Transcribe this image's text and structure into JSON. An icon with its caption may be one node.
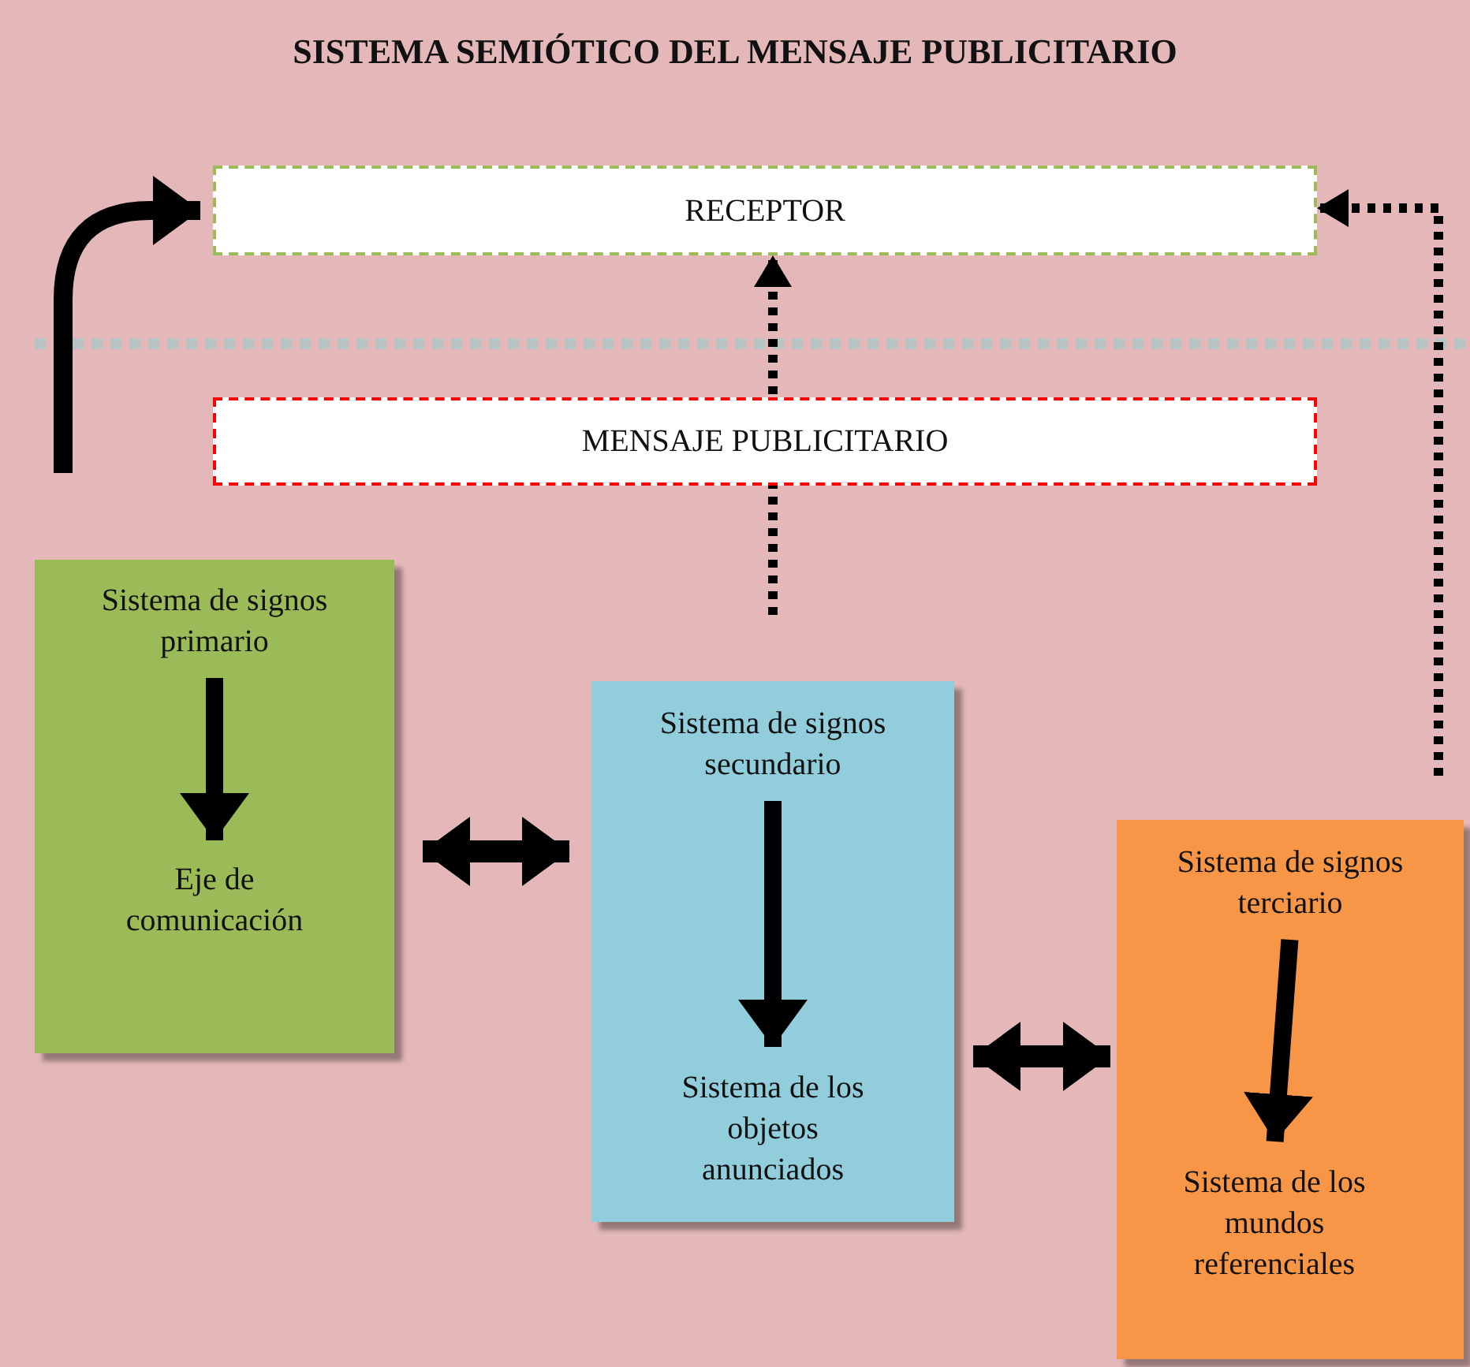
{
  "diagram": {
    "title": "SISTEMA SEMIÓTICO DEL MENSAJE PUBLICITARIO",
    "nodes": [
      {
        "text": [
          "RECEPTOR"
        ]
      },
      {
        "text": [
          "MENSAJE PUBLICITARIO"
        ]
      },
      {
        "text": [],
        "shape": "box"
      },
      {
        "text": [
          "Sistema de signos primario"
        ],
        "in": 2
      },
      {
        "text": [
          "Eje de comunicación"
        ],
        "in": 2
      },
      {
        "text": [],
        "shape": "box"
      },
      {
        "text": [
          "Sistema de signos secundario"
        ],
        "in": 5
      },
      {
        "text": [
          "Sistema de los objetos anunciados"
        ],
        "in": 5
      },
      {
        "text": [],
        "shape": "box"
      },
      {
        "text": [
          "Sistema de signos terciario"
        ],
        "in": 8
      },
      {
        "text": [
          "Sistema de los mundos referenciales"
        ],
        "in": 8
      }
    ],
    "edges": [
      {
        "from": 3,
        "to": 4,
        "arrow": "to"
      },
      {
        "from": 6,
        "to": 7,
        "arrow": "to"
      },
      {
        "from": 9,
        "to": 10,
        "arrow": "to"
      },
      {
        "from": 2,
        "to": 5,
        "arrow": "both"
      },
      {
        "from": 5,
        "to": 8,
        "arrow": "both"
      },
      {
        "from": null,
        "to": 0,
        "arrow": "to",
        "style": "dashed"
      },
      {
        "from": null,
        "to": 0,
        "arrow": "to",
        "style": "dashed"
      },
      {
        "from": null,
        "to": 0,
        "arrow": "to"
      }
    ]
  }
}
